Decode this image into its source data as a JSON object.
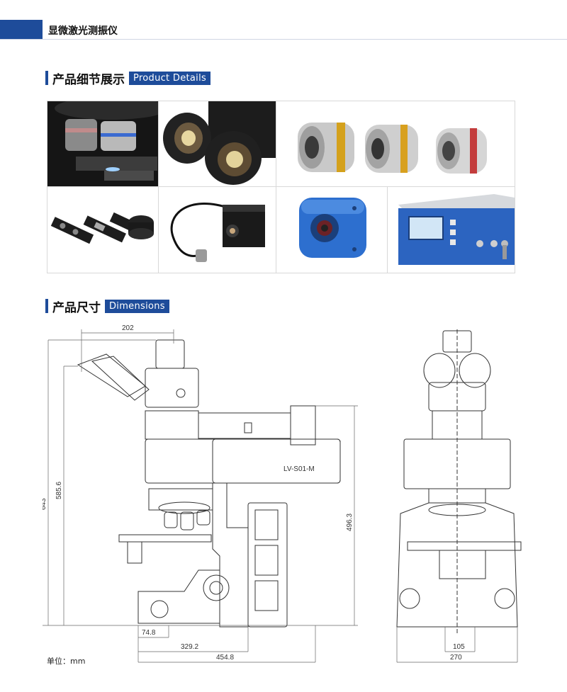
{
  "header": {
    "title": "显微激光测振仪"
  },
  "sections": {
    "details": {
      "cn": "产品细节展示",
      "en": "Product Details"
    },
    "dimensions": {
      "cn": "产品尺寸",
      "en": "Dimensions"
    }
  },
  "gallery": {
    "items": [
      "objective-stage-photo",
      "binocular-eyepiece-photo",
      "objective-lenses-photo",
      "slider-accessories-photo",
      "camera-cable-photo",
      "blue-camera-photo",
      "controller-box-photo"
    ]
  },
  "dimensions": {
    "model_label": "LV-S01-M",
    "top_width": "202",
    "total_height": "643",
    "eyepiece_height": "585.6",
    "body_height": "496.3",
    "base_offset": "74.8",
    "base_depth": "329.2",
    "total_depth": "454.8",
    "front_inner_width": "105",
    "front_width": "270"
  },
  "unit_label": "单位：mm",
  "colors": {
    "brand": "#1e4c9a"
  }
}
